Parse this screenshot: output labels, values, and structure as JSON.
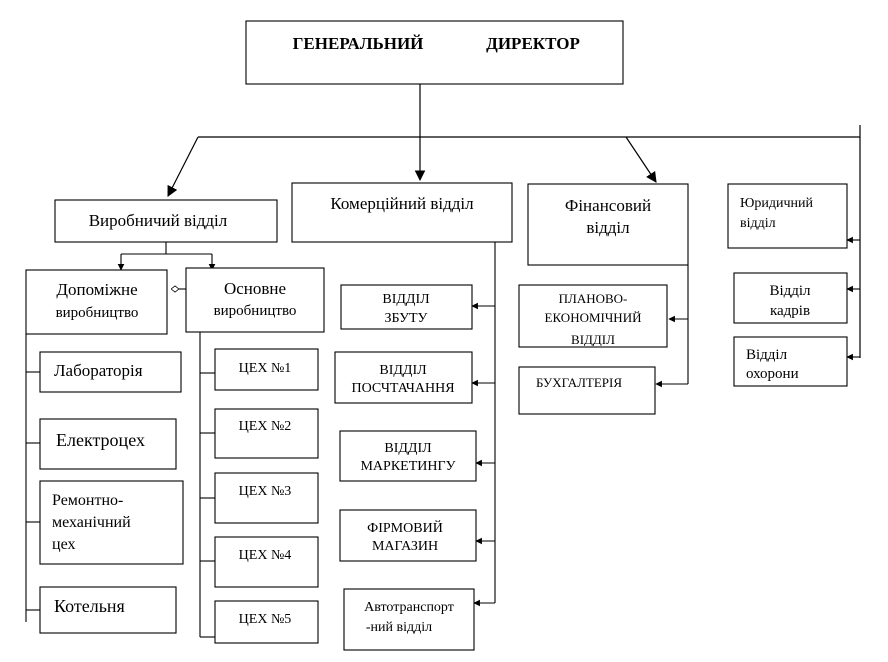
{
  "director": {
    "word1": "ГЕНЕРАЛЬНИЙ",
    "word2": "ДИРЕКТОР"
  },
  "production": {
    "label": "Виробничий відділ"
  },
  "auxiliary": {
    "line1": "Допоміжне",
    "line2": "виробництво"
  },
  "auxiliary_items": [
    {
      "lines": [
        "Лабораторія"
      ]
    },
    {
      "lines": [
        "Електроцех"
      ]
    },
    {
      "lines": [
        "Ремонтно-",
        "механічний",
        "цех"
      ]
    },
    {
      "lines": [
        "Котельня"
      ]
    }
  ],
  "main_production": {
    "line1": "Основне",
    "line2": "виробництво"
  },
  "workshops": [
    "ЦЕХ №1",
    "ЦЕХ  №2",
    "ЦЕХ №3",
    "ЦЕХ  №4",
    "ЦЕХ  №5"
  ],
  "commercial": {
    "label": "Комерційний відділ"
  },
  "commercial_items": [
    {
      "lines": [
        "ВІДДІЛ",
        "ЗБУТУ"
      ]
    },
    {
      "lines": [
        "ВІДДІЛ",
        "ПОСЧТАЧАННЯ"
      ]
    },
    {
      "lines": [
        "ВІДДІЛ",
        "МАРКЕТИНГУ"
      ]
    },
    {
      "lines": [
        "ФІРМОВИЙ",
        "МАГАЗИН"
      ]
    },
    {
      "lines": [
        "Автотранспорт",
        "-ний відділ"
      ]
    }
  ],
  "financial": {
    "line1": "Фінансовий",
    "line2": "відділ"
  },
  "financial_items": [
    {
      "lines": [
        "ПЛАНОВО-",
        "ЕКОНОМІЧНИЙ",
        "ВІДДІЛ"
      ]
    },
    {
      "lines": [
        "БУХГАЛТЕРІЯ"
      ]
    }
  ],
  "legal": {
    "line1": "Юридичний",
    "line2": "відділ"
  },
  "personnel": {
    "line1": "Відділ",
    "line2": "кадрів"
  },
  "security": {
    "line1": "Відділ",
    "line2": "охорони"
  }
}
